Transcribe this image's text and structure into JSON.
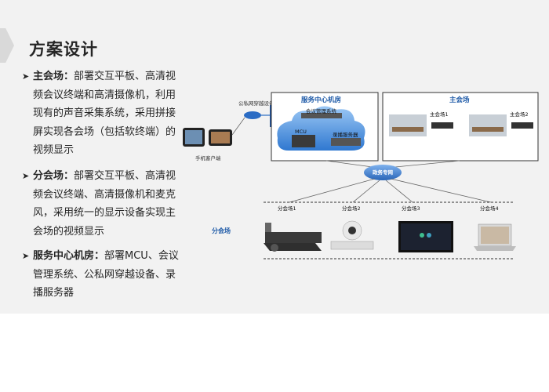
{
  "slide": {
    "title": "方案设计",
    "bullets": [
      {
        "head": "主会场：",
        "body": "部署交互平板、高清视频会议终端和高清摄像机，利用现有的声音采集系统，采用拼接屏实现各会场（包括软终端）的视频显示"
      },
      {
        "head": "分会场：",
        "body": "部署交互平板、高清视频会议终端、高清摄像机和麦克风，采用统一的显示设备实现主会场的视频显示"
      },
      {
        "head": "服务中心机房：",
        "body": "部署MCU、会议管理系统、公私网穿越设备、录播服务器"
      }
    ]
  },
  "diagram": {
    "mobile_label": "手机客户端",
    "traversal_label": "公私网穿越设备",
    "server_room": {
      "title": "服务中心机房",
      "cms": "会议管理系统",
      "mcu": "MCU",
      "recorder": "录播服务器"
    },
    "main_venue": {
      "title": "主会场",
      "sub1": "主会场1",
      "sub2": "主会场2"
    },
    "network": "政务专网",
    "branch_label": "分会场",
    "branches": [
      "分会场1",
      "分会场2",
      "分会场3",
      "分会场4"
    ],
    "colors": {
      "accent": "#1f5ba8",
      "box_border": "#333333",
      "cloud": "#4a90e2"
    }
  }
}
